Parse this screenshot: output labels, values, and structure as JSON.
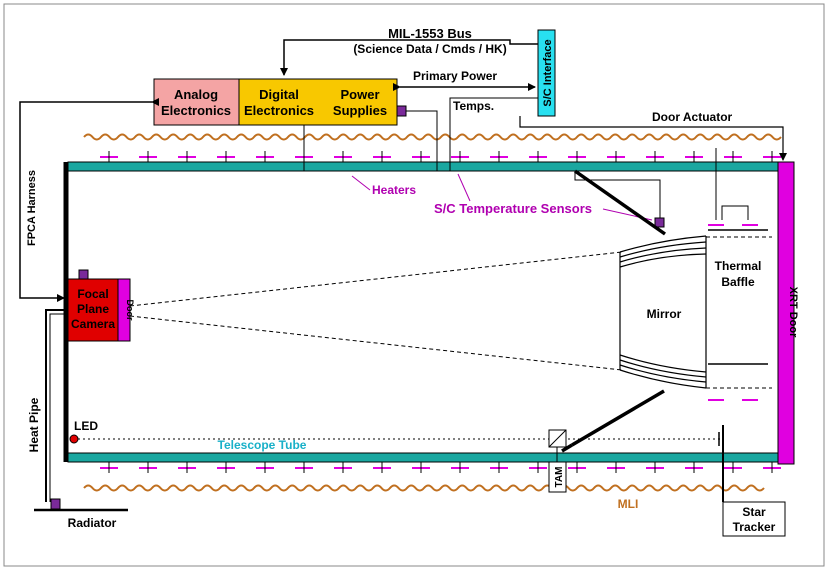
{
  "colors": {
    "line": "#000000",
    "teal": "#1aa7a0",
    "magenta": "#e000e0",
    "magenta_text": "#b000b0",
    "purple": "#7a2a9a",
    "red": "#e00000",
    "pink": "#f4a4a4",
    "yellow": "#f8c800",
    "cyan": "#28e0f0",
    "mli": "#c07020",
    "cyan_text": "#18b0c8"
  },
  "labels": {
    "bus_title": "MIL-1553 Bus",
    "bus_sub": "(Science Data / Cmds / HK)",
    "sc_interface": "S/C Interface",
    "primary_power": "Primary Power",
    "analog_1": "Analog",
    "analog_2": "Electronics",
    "digital_1": "Digital",
    "digital_2": "Electronics",
    "power_1": "Power",
    "power_2": "Supplies",
    "temps": "Temps.",
    "door_actuator": "Door Actuator",
    "fpca_harness": "FPCA Harness",
    "heaters": "Heaters",
    "temp_sensors": "S/C Temperature Sensors",
    "thermal_1": "Thermal",
    "thermal_2": "Baffle",
    "mirror": "Mirror",
    "xrt_door": "XRT Door",
    "fpc_1": "Focal",
    "fpc_2": "Plane",
    "fpc_3": "Camera",
    "door": "Door",
    "heat_pipe": "Heat Pipe",
    "led": "LED",
    "telescope_tube": "Telescope Tube",
    "tam": "TAM",
    "mli": "MLI",
    "radiator": "Radiator",
    "star_1": "Star",
    "star_2": "Tracker"
  }
}
